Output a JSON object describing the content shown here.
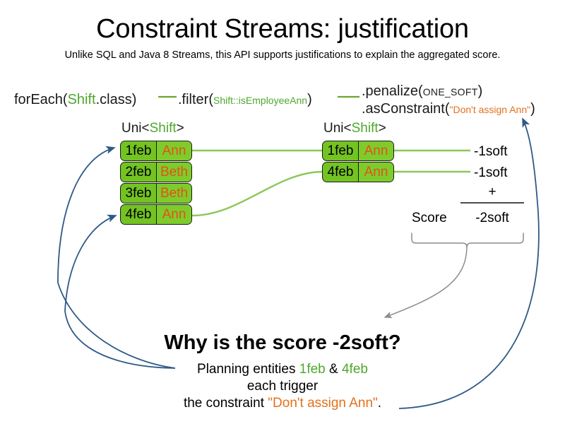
{
  "title": "Constraint Streams: justification",
  "subtitle": "Unlike SQL and Java 8 Streams, this API supports justifications to explain the aggregated score.",
  "colors": {
    "entity_green": "#4ea72e",
    "box_fill": "#73c322",
    "box_fill_light": "#7ecc2b",
    "name_orange": "#e2521a",
    "constraint_orange": "#e2711d",
    "arrow_blue": "#2e5a87",
    "connector_green": "#8dc65a",
    "brace_gray": "#8c8c8c"
  },
  "pipeline": {
    "for_each": {
      "call": "forEach(",
      "type": "Shift",
      "tail": ".class)"
    },
    "filter": {
      "call": ".filter(",
      "arg": "Shift::isEmployeeAnn",
      "tail": ")"
    },
    "penalize": {
      "call": ".penalize(",
      "arg": "ONE_SOFT",
      "tail": ")"
    },
    "as_constraint": {
      "call": ".asConstraint(",
      "arg": "\"Don't assign Ann\"",
      "tail": ")"
    }
  },
  "streams": {
    "left": {
      "header_prefix": "Uni<",
      "header_type": "Shift",
      "header_suffix": ">",
      "rows": [
        {
          "date": "1feb",
          "name": "Ann"
        },
        {
          "date": "2feb",
          "name": "Beth"
        },
        {
          "date": "3feb",
          "name": "Beth"
        },
        {
          "date": "4feb",
          "name": "Ann"
        }
      ]
    },
    "right": {
      "header_prefix": "Uni<",
      "header_type": "Shift",
      "header_suffix": ">",
      "rows": [
        {
          "date": "1feb",
          "name": "Ann",
          "penalty": "-1soft"
        },
        {
          "date": "4feb",
          "name": "Ann",
          "penalty": "-1soft"
        }
      ]
    }
  },
  "score": {
    "operator": "+",
    "label": "Score",
    "total": "-2soft"
  },
  "explanation": {
    "heading": "Why is the score -2soft?",
    "line1_prefix": "Planning entities ",
    "line1_entity_a": "1feb",
    "line1_amp": " & ",
    "line1_entity_b": "4feb",
    "line2": "each trigger",
    "line3_prefix": "the constraint ",
    "line3_constraint": "\"Don't assign Ann\"",
    "line3_suffix": "."
  },
  "icons": {
    "blue_arrow_1feb": "curved-arrow-icon",
    "blue_arrow_4feb": "curved-arrow-icon",
    "blue_arrow_constraint": "curved-arrow-icon",
    "gray_arrow_score": "curved-arrow-icon",
    "brace": "curly-brace-icon"
  }
}
